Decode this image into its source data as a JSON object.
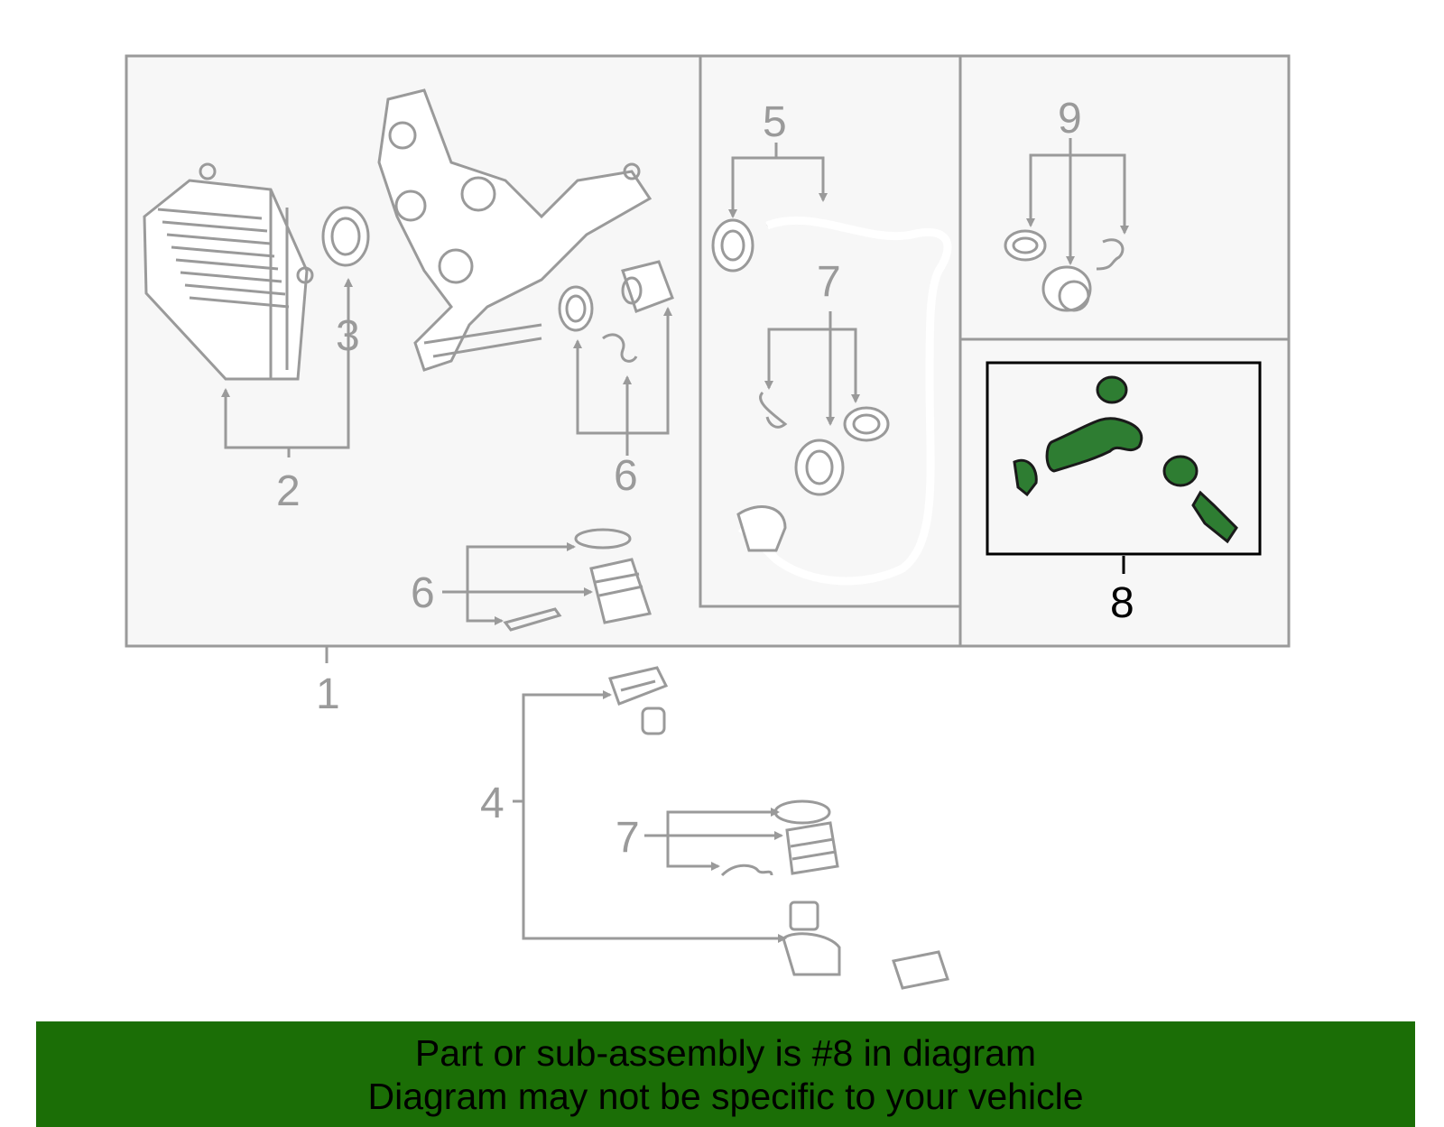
{
  "diagram": {
    "callouts": [
      "1",
      "2",
      "3",
      "4",
      "5",
      "6",
      "6",
      "7",
      "7",
      "8",
      "9"
    ],
    "highlighted_part": "8",
    "highlight_color": "#2e7d32",
    "line_color": "#9a9a9a"
  },
  "banner": {
    "line1": "Part or sub-assembly is #8 in diagram",
    "line2": "Diagram may not be specific to your vehicle",
    "background_color": "#1b6e06"
  }
}
